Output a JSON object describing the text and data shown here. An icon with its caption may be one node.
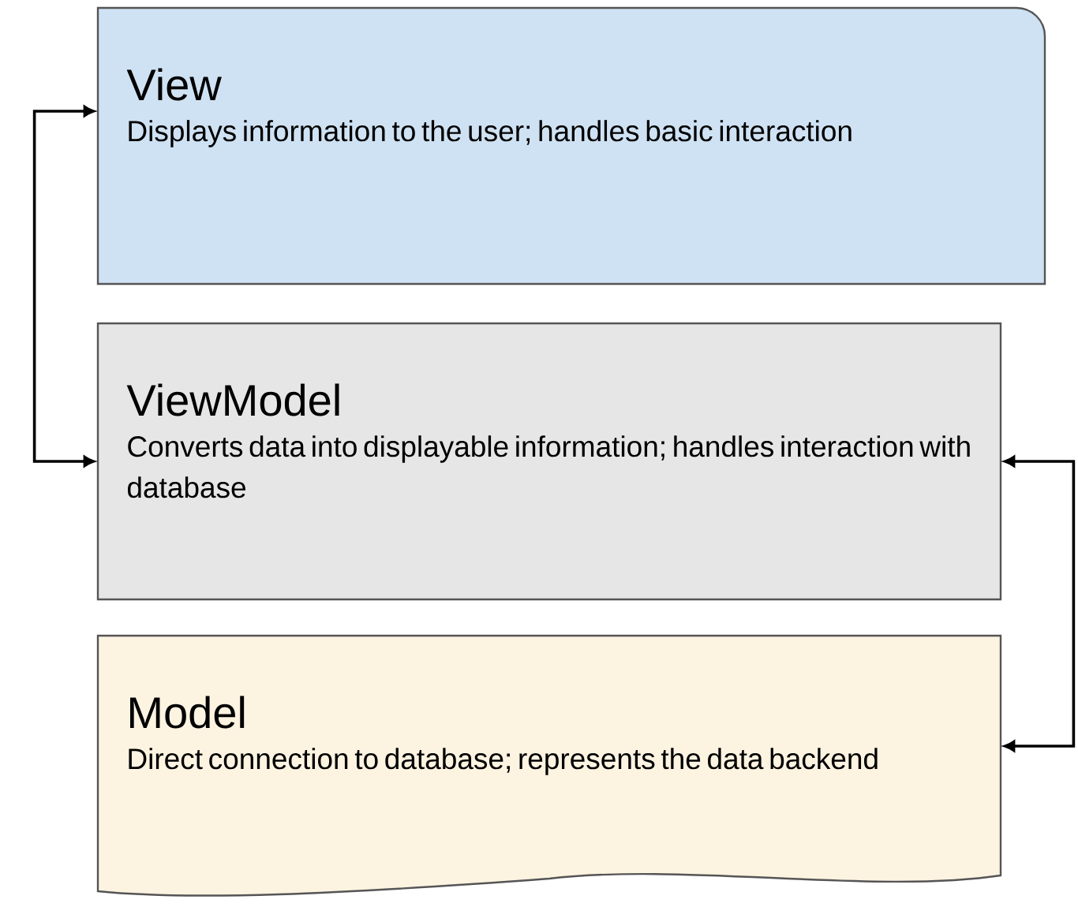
{
  "diagram": {
    "nodes": [
      {
        "text": [
          "View",
          "Displays information to the user; handles basic interaction"
        ]
      },
      {
        "text": [
          "ViewModel",
          "Converts data into displayable information; handles interaction with database"
        ]
      },
      {
        "text": [
          "Model",
          "Direct connection to database; represents the data backend"
        ]
      }
    ],
    "edges": [
      {
        "from": 0,
        "to": 1,
        "arrow": "both"
      },
      {
        "from": 1,
        "to": 2,
        "arrow": "both"
      }
    ]
  }
}
